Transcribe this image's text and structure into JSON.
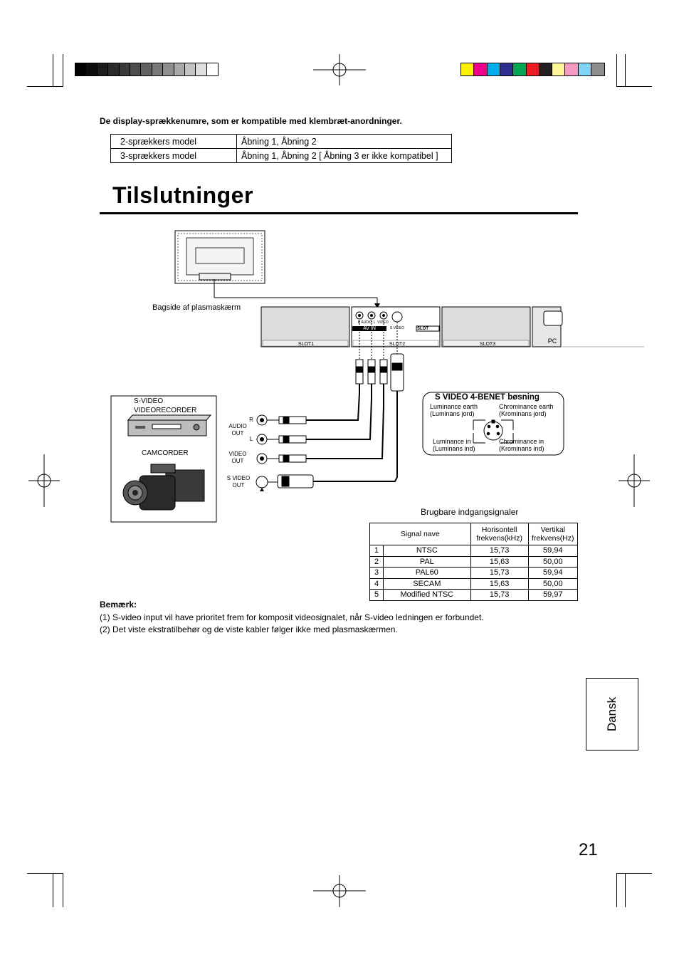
{
  "colors": {
    "grayscale_swatches": [
      "#000000",
      "#0d0d0d",
      "#1c1c1c",
      "#2a2a2a",
      "#3b3b3b",
      "#4d4d4d",
      "#626262",
      "#787878",
      "#8e8e8e",
      "#a8a8a8",
      "#c3c3c3",
      "#dedede",
      "#ffffff"
    ],
    "color_swatches": [
      "#fff200",
      "#ec008c",
      "#00aeef",
      "#2e3192",
      "#00a651",
      "#ed1c24",
      "#231f20",
      "#fff799",
      "#f49ac1",
      "#7fd3f7",
      "#8c8c8c"
    ]
  },
  "intro_text": "De display-sprækkenumre, som er kompatible med klembræt-anordninger.",
  "slot_table": [
    {
      "model": "2-sprækkers model",
      "openings": "Åbning 1,  Åbning 2"
    },
    {
      "model": "3-sprækkers model",
      "openings": "Åbning 1,  Åbning 2 [ Åbning 3 er ikke kompatibel ]"
    }
  ],
  "title": "Tilslutninger",
  "diagram": {
    "rear_label": "Bagside af plasmaskærm",
    "slot1": "SLOT1",
    "slot2": "SLOT2",
    "slot3": "SLOT3",
    "pc": "PC",
    "av_in": "AV IN",
    "r_audio_l": "R  AUDIO  L",
    "video": "VIDEO",
    "s_video_port": "S VIDEO",
    "slot_badge": "SLOT",
    "device_box": {
      "svideo": "S-VIDEO",
      "videorecorder": "VIDEORECORDER",
      "camcorder": "CAMCORDER"
    },
    "jacks": {
      "r": "R",
      "audio_out": "AUDIO\nOUT",
      "l": "L",
      "video_out": "VIDEO\nOUT",
      "svideo_out": "S VIDEO\nOUT"
    },
    "svideo_box": {
      "title": "S VIDEO 4-BENET bøsning",
      "lum_earth": "Luminance earth\n(Luminans jord)",
      "chrom_earth": "Chrominance earth\n(Krominans jord)",
      "lum_in": "Luminance in\n(Luminans ind)",
      "chrom_in": "Chrominance in\n(Krominans ind)"
    }
  },
  "signals": {
    "caption": "Brugbare indgangsignaler",
    "headers": [
      "Signal nave",
      "Horisontell\nfrekvens(kHz)",
      "Vertikal\nfrekvens(Hz)"
    ],
    "rows": [
      {
        "no": "1",
        "name": "NTSC",
        "h": "15,73",
        "v": "59,94"
      },
      {
        "no": "2",
        "name": "PAL",
        "h": "15,63",
        "v": "50,00"
      },
      {
        "no": "3",
        "name": "PAL60",
        "h": "15,73",
        "v": "59,94"
      },
      {
        "no": "4",
        "name": "SECAM",
        "h": "15,63",
        "v": "50,00"
      },
      {
        "no": "5",
        "name": "Modified NTSC",
        "h": "15,73",
        "v": "59,97"
      }
    ]
  },
  "notes": {
    "heading": "Bemærk:",
    "items": [
      "(1) S-video input vil have prioritet frem for komposit videosignalet, når S-video ledningen er forbundet.",
      "(2) Det viste ekstratilbehør og de viste kabler følger ikke med plasmaskærmen."
    ]
  },
  "side_tab": "Dansk",
  "page_number": "21"
}
